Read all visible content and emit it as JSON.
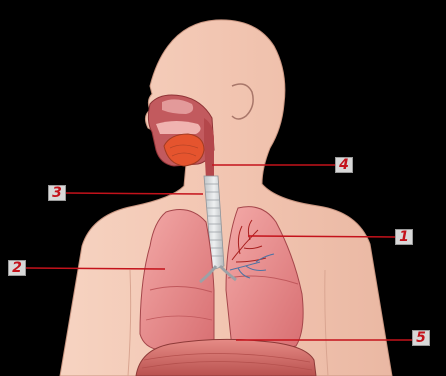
{
  "diagram": {
    "labels": [
      {
        "id": "1",
        "text": "1"
      },
      {
        "id": "2",
        "text": "2"
      },
      {
        "id": "3",
        "text": "3"
      },
      {
        "id": "4",
        "text": "4"
      },
      {
        "id": "5",
        "text": "5"
      }
    ]
  },
  "colors": {
    "background": "#000000",
    "skin": "#f1c6b1",
    "lung": "#e88d8f",
    "trachea": "#d9d9d9",
    "leader_line": "#c4121b",
    "label_text": "#c4121b",
    "label_bg": "#d8d8d8"
  }
}
